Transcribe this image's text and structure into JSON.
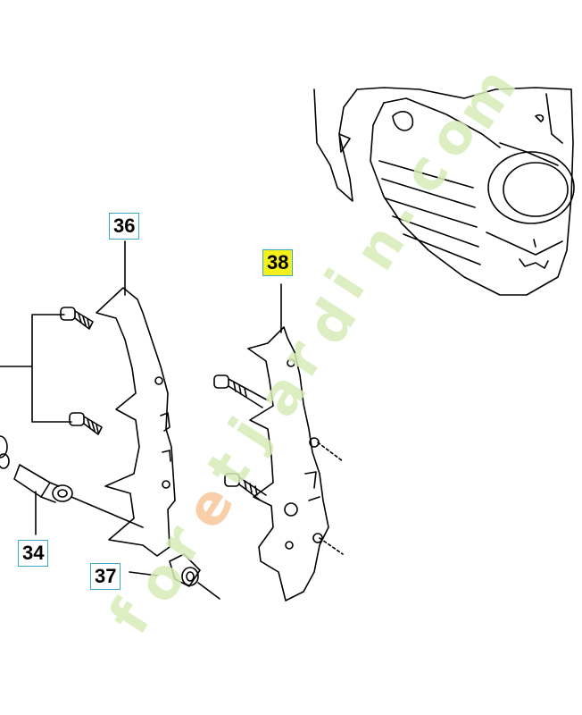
{
  "callouts": {
    "c34": "34",
    "c36": "36",
    "c37": "37",
    "c38": "38"
  },
  "highlight_color": "#f5ef1c",
  "callout_border_color": "#3aa8c8",
  "watermark": {
    "text": "foretjardin.com",
    "colors": {
      "main": "#d6ecb8",
      "accent": "#f7c79a"
    }
  }
}
